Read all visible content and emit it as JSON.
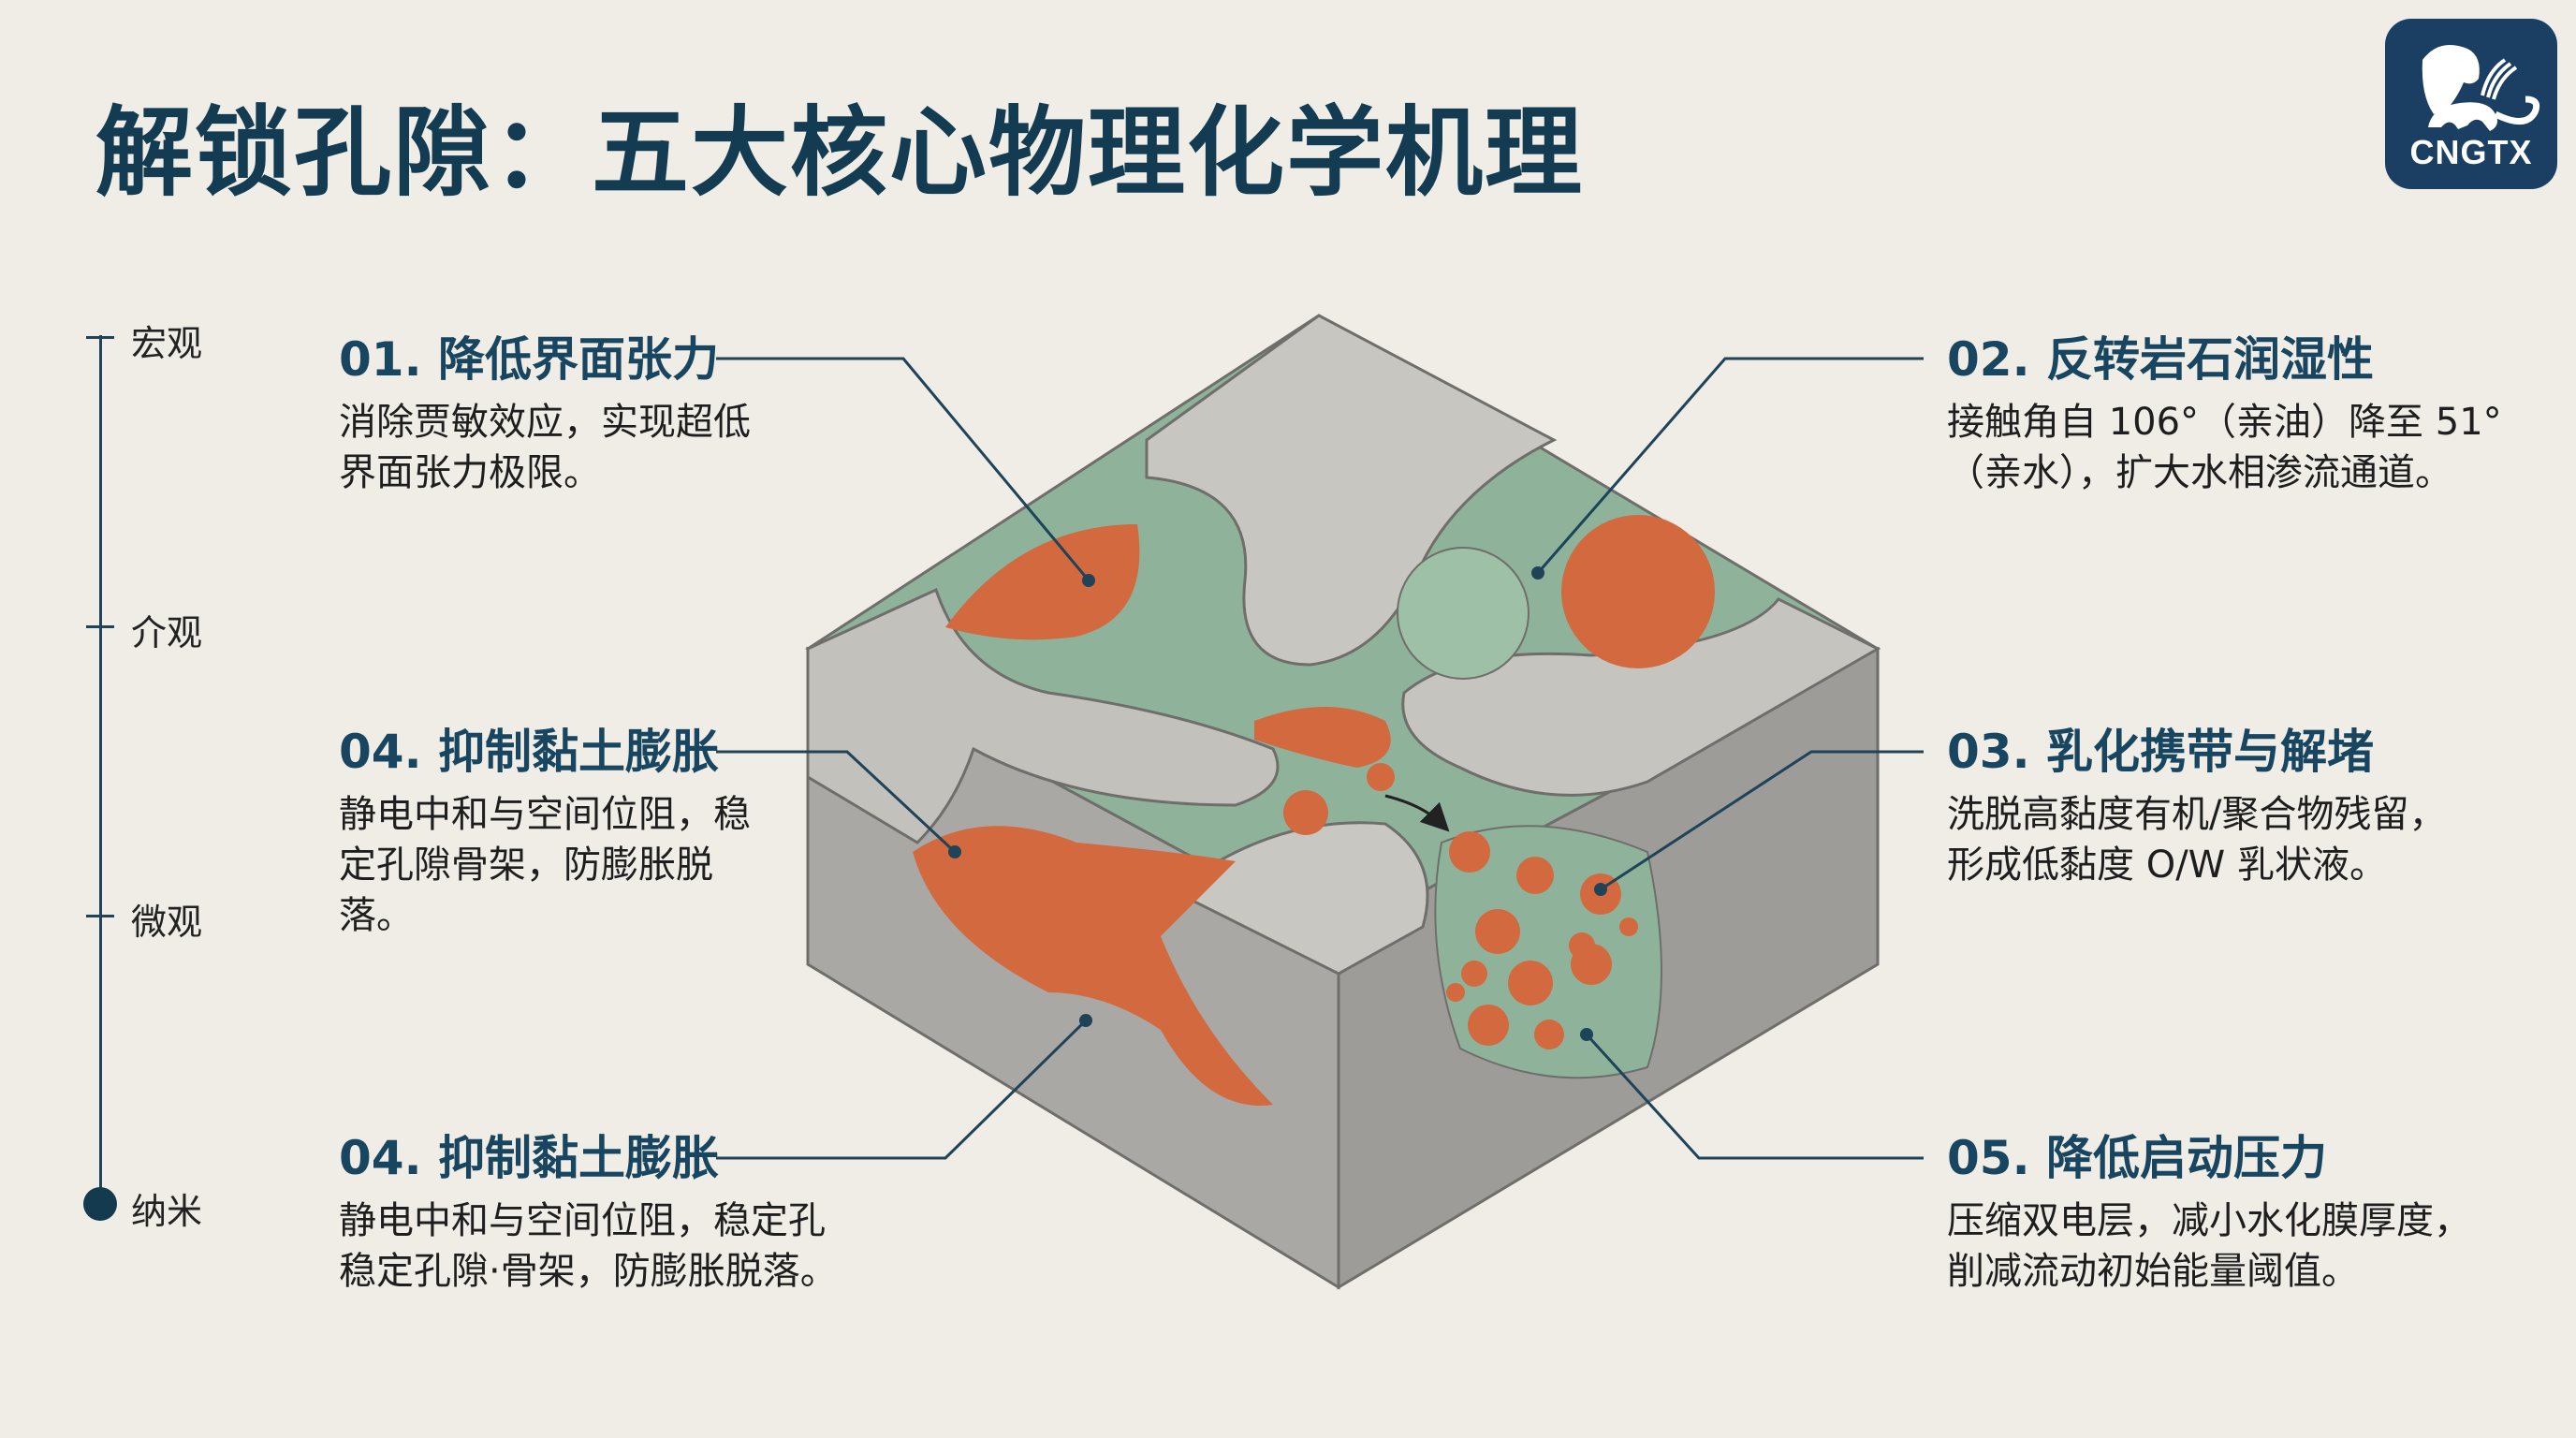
{
  "title": "解锁孔隙：五大核心物理化学机理",
  "logo": {
    "text": "CNGTX",
    "icon": "lion-logo-icon",
    "bg_color": "#1b3f63"
  },
  "scale_axis": {
    "levels": [
      "宏观",
      "介观",
      "微观",
      "纳米"
    ]
  },
  "mechanisms": [
    {
      "heading": "01. 降低界面张力",
      "body": "消除贾敏效应，实现超低\n界面张力极限。"
    },
    {
      "heading": "02. 反转岩石润湿性",
      "body": "接触角自 106°（亲油）降至 51°\n（亲水），扩大水相渗流通道。"
    },
    {
      "heading": "04. 抑制黏土膨胀",
      "body": "静电中和与空间位阻，稳\n定孔隙骨架，防膨胀脱\n落。"
    },
    {
      "heading": "03. 乳化携带与解堵",
      "body": "洗脱高黏度有机/聚合物残留，\n形成低黏度 O/W 乳状液。"
    },
    {
      "heading": "04. 抑制黏土膨胀",
      "body": "静电中和与空间位阻，稳定孔\n稳定孔隙·骨架，防膨胀脱落。"
    },
    {
      "heading": "05. 降低启动压力",
      "body": "压缩双电层，减小水化膜厚度，\n削减流动初始能量阈值。"
    }
  ],
  "colors": {
    "heading": "#184560",
    "rock": "#bdbbb6",
    "fluid_water": "#8fb39a",
    "oil": "#d2693f",
    "leader": "#1f4358"
  }
}
